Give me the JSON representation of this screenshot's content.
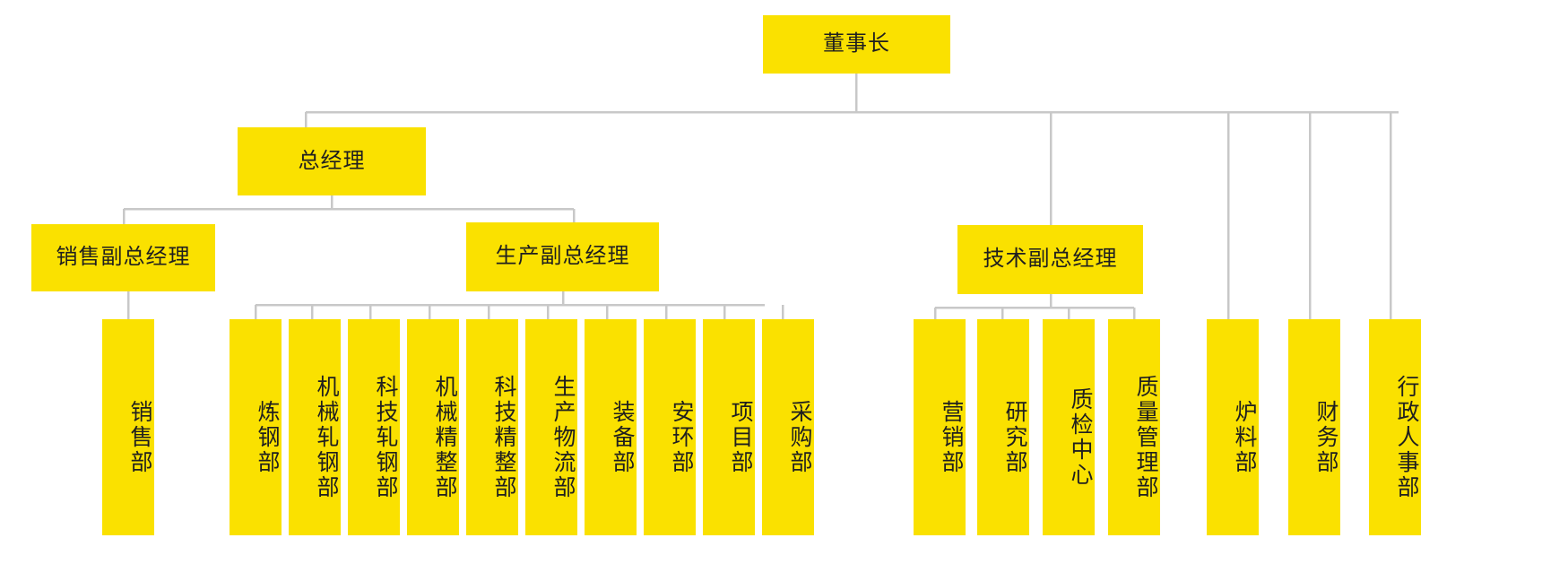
{
  "chart": {
    "type": "org-chart",
    "title": "",
    "box_color": "#FAE100",
    "text_color": "#1f1f1f",
    "line_color": "#c8c8c8",
    "background": "#ffffff",
    "nodes": {
      "chairman": {
        "label": "董事长",
        "level": 1,
        "orientation": "horizontal"
      },
      "general_manager": {
        "label": "总经理",
        "level": 2,
        "orientation": "horizontal"
      },
      "vp_sales": {
        "label": "销售副总经理",
        "level": 3,
        "orientation": "horizontal"
      },
      "vp_production": {
        "label": "生产副总经理",
        "level": 3,
        "orientation": "horizontal"
      },
      "vp_technology": {
        "label": "技术副总经理",
        "level": 3,
        "orientation": "horizontal"
      },
      "leaves": [
        {
          "id": "sales-dept",
          "label": "销售部",
          "parent": "vp_sales"
        },
        {
          "id": "steelmaking-dept",
          "label": "炼钢部",
          "parent": "vp_production"
        },
        {
          "id": "mech-rolling-dept",
          "label": "机械轧钢部",
          "parent": "vp_production"
        },
        {
          "id": "tech-rolling-dept",
          "label": "科技轧钢部",
          "parent": "vp_production"
        },
        {
          "id": "mech-finish-dept",
          "label": "机械精整部",
          "parent": "vp_production"
        },
        {
          "id": "tech-finish-dept",
          "label": "科技精整部",
          "parent": "vp_production"
        },
        {
          "id": "prod-logistics-dept",
          "label": "生产物流部",
          "parent": "vp_production"
        },
        {
          "id": "equipment-dept",
          "label": "装备部",
          "parent": "vp_production"
        },
        {
          "id": "safety-env-dept",
          "label": "安环部",
          "parent": "vp_production"
        },
        {
          "id": "project-dept",
          "label": "项目部",
          "parent": "vp_production"
        },
        {
          "id": "purchasing-dept",
          "label": "采购部",
          "parent": "vp_production"
        },
        {
          "id": "marketing-dept",
          "label": "营销部",
          "parent": "vp_technology"
        },
        {
          "id": "research-dept",
          "label": "研究部",
          "parent": "vp_technology"
        },
        {
          "id": "qc-center",
          "label": "质检中心",
          "parent": "vp_technology"
        },
        {
          "id": "quality-mgmt-dept",
          "label": "质量管理部",
          "parent": "vp_technology"
        },
        {
          "id": "furnace-mat-dept",
          "label": "炉料部",
          "parent": "chairman"
        },
        {
          "id": "finance-dept",
          "label": "财务部",
          "parent": "chairman"
        },
        {
          "id": "admin-hr-dept",
          "label": "行政人事部",
          "parent": "chairman"
        }
      ]
    }
  }
}
